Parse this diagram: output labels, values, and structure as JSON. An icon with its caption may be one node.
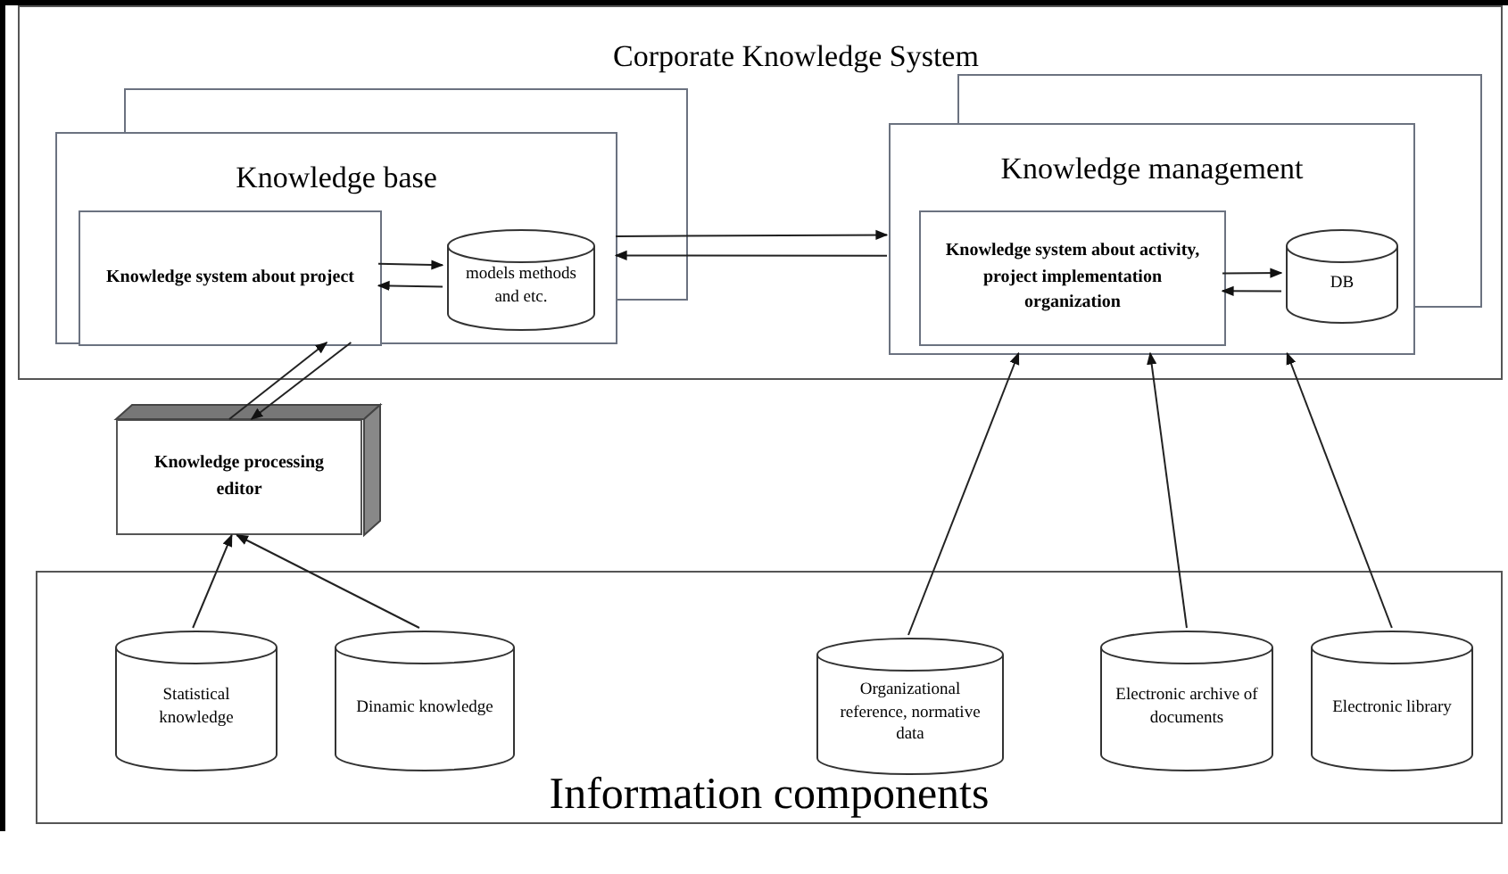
{
  "diagram": {
    "nodes": [
      {
        "text": [
          "Corporate Knowledge System"
        ]
      },
      {
        "text": [
          "Knowledge base"
        ],
        "in": 0
      },
      {
        "text": [
          "Knowledge system about project"
        ],
        "in": 1
      },
      {
        "text": [
          "models methods and etc."
        ],
        "in": 1
      },
      {
        "text": [
          "Knowledge management"
        ],
        "in": 0
      },
      {
        "text": [
          "Knowledge system about activity, project implementation organization"
        ],
        "in": 4
      },
      {
        "text": [
          "DB"
        ],
        "in": 4
      },
      {
        "text": [
          "Knowledge processing editor"
        ]
      },
      {
        "text": [
          "Information components"
        ]
      },
      {
        "text": [
          "Statistical knowledge"
        ],
        "in": 8
      },
      {
        "text": [
          "Dinamic knowledge"
        ],
        "in": 8
      },
      {
        "text": [
          "Organizational reference, normative data"
        ],
        "in": 8
      },
      {
        "text": [
          "Electronic archive of documents"
        ],
        "in": 8
      },
      {
        "text": [
          "Electronic library"
        ],
        "in": 8
      }
    ],
    "edges": [
      {
        "from": 2,
        "to": 3,
        "arrow": "to"
      },
      {
        "from": 3,
        "to": 2,
        "arrow": "to"
      },
      {
        "from": 1,
        "to": 4,
        "arrow": "to"
      },
      {
        "from": 4,
        "to": 1,
        "arrow": "to"
      },
      {
        "from": 5,
        "to": 6,
        "arrow": "to"
      },
      {
        "from": 6,
        "to": 5,
        "arrow": "to"
      },
      {
        "from": 7,
        "to": 2,
        "arrow": "to"
      },
      {
        "from": 2,
        "to": 7,
        "arrow": "to"
      },
      {
        "from": 9,
        "to": 7,
        "arrow": "to"
      },
      {
        "from": 10,
        "to": 7,
        "arrow": "to"
      },
      {
        "from": 11,
        "to": 4,
        "arrow": "to"
      },
      {
        "from": 12,
        "to": 4,
        "arrow": "to"
      },
      {
        "from": 13,
        "to": 4,
        "arrow": "to"
      }
    ]
  }
}
